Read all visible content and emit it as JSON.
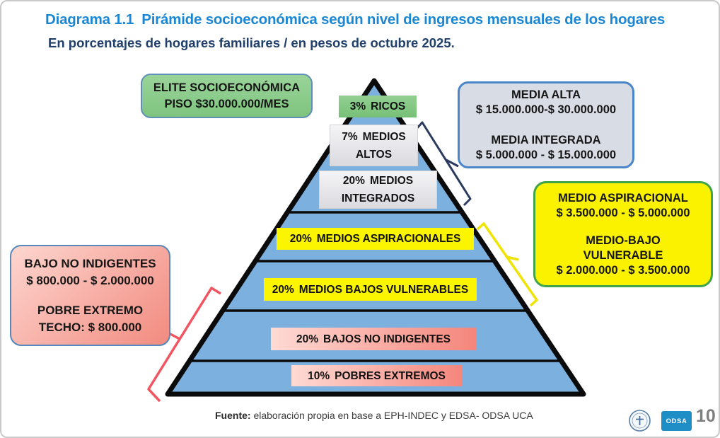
{
  "header": {
    "title": "Diagrama 1.1  Pirámide socioeconómica según nivel de ingresos mensuales de los hogares",
    "subtitle": "En porcentajes de hogares familiares / en pesos de octubre 2025."
  },
  "pyramid": {
    "levels": [
      {
        "pct": "3%",
        "label": "RICOS"
      },
      {
        "pct": "7%",
        "label": "MEDIOS ALTOS"
      },
      {
        "pct": "20%",
        "label": "MEDIOS INTEGRADOS"
      },
      {
        "pct": "20%",
        "label": "MEDIOS ASPIRACIONALES"
      },
      {
        "pct": "20%",
        "label": "MEDIOS BAJOS VULNERABLES"
      },
      {
        "pct": "20%",
        "label": "BAJOS NO INDIGENTES"
      },
      {
        "pct": "10%",
        "label": "POBRES EXTREMOS"
      }
    ]
  },
  "callouts": {
    "elite": {
      "line1": "ELITE SOCIOECONÓMICA",
      "line2": "PISO $30.000.000/MES"
    },
    "media": {
      "title1": "MEDIA ALTA",
      "range1": "$ 15.000.000-$ 30.000.000",
      "title2": "MEDIA INTEGRADA",
      "range2": "$ 5.000.000 - $ 15.000.000"
    },
    "medio": {
      "title1": "MEDIO ASPIRACIONAL",
      "range1": "$ 3.500.000 - $ 5.000.000",
      "title2a": "MEDIO-BAJO",
      "title2b": "VULNERABLE",
      "range2": "$ 2.000.000 - $ 3.500.000"
    },
    "bajo": {
      "title1": "BAJO NO INDIGENTES",
      "range1": "$ 800.000 - $ 2.000.000",
      "title2": "POBRE EXTREMO",
      "range2": "TECHO: $ 800.000"
    }
  },
  "footer": {
    "source_label": "Fuente:",
    "source_text": " elaboración propia en base a EPH-INDEC y EDSA- ODSA UCA",
    "logo_text": "ODSA",
    "page_number": "10"
  },
  "colors": {
    "title_blue": "#1b87d4",
    "subtitle_navy": "#20406b",
    "pyramid_fill": "#7cb0de",
    "outline_black": "#0b0b0b",
    "level_green": "#84c784",
    "level_gray": "#e8e7ea",
    "level_yellow": "#fbf500",
    "level_pink": "#f4867c",
    "callout_green": "#8ccc8c",
    "callout_bluegray": "#d8dce4",
    "callout_yellow": "#fbf200",
    "callout_pink": "#f8b0a6",
    "bracket_navy": "#2a3a60",
    "bracket_yellow": "#efe300",
    "bracket_red": "#f25560",
    "odsa_blue": "#1f8dc6",
    "page_gray": "#7f7f7f"
  },
  "chart_data": {
    "type": "pyramid",
    "title": "Pirámide socioeconómica según nivel de ingresos mensuales de los hogares",
    "units": "porcentajes de hogares familiares / pesos de octubre 2025",
    "segments": [
      {
        "share_pct": 3,
        "label": "RICOS",
        "stratum": "ELITE SOCIOECONÓMICA",
        "income_range": "PISO $30.000.000/MES"
      },
      {
        "share_pct": 7,
        "label": "MEDIOS ALTOS",
        "stratum": "MEDIA ALTA",
        "income_range": "$ 15.000.000-$ 30.000.000"
      },
      {
        "share_pct": 20,
        "label": "MEDIOS INTEGRADOS",
        "stratum": "MEDIA INTEGRADA",
        "income_range": "$ 5.000.000 - $ 15.000.000"
      },
      {
        "share_pct": 20,
        "label": "MEDIOS ASPIRACIONALES",
        "stratum": "MEDIO ASPIRACIONAL",
        "income_range": "$ 3.500.000 - $ 5.000.000"
      },
      {
        "share_pct": 20,
        "label": "MEDIOS BAJOS VULNERABLES",
        "stratum": "MEDIO-BAJO VULNERABLE",
        "income_range": "$ 2.000.000 - $ 3.500.000"
      },
      {
        "share_pct": 20,
        "label": "BAJOS NO INDIGENTES",
        "stratum": "BAJO NO INDIGENTES",
        "income_range": "$ 800.000 - $ 2.000.000"
      },
      {
        "share_pct": 10,
        "label": "POBRES EXTREMOS",
        "stratum": "POBRE EXTREMO",
        "income_range": "TECHO: $ 800.000"
      }
    ],
    "source": "elaboración propia en base a EPH-INDEC y EDSA- ODSA UCA"
  }
}
